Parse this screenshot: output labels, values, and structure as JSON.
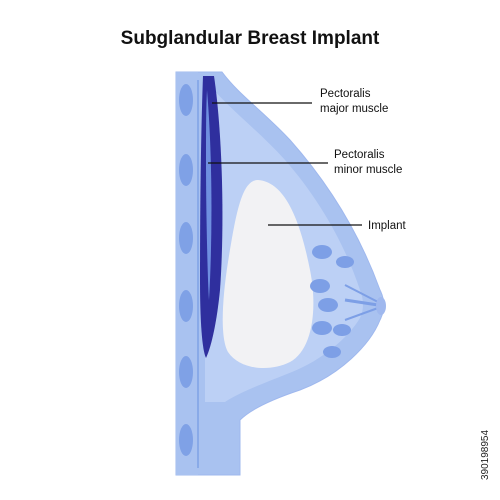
{
  "title": "Subglandular Breast Implant",
  "labels": {
    "pectoralis_major_line1": "Pectoralis",
    "pectoralis_major_line2": "major muscle",
    "pectoralis_minor_line1": "Pectoralis",
    "pectoralis_minor_line2": "minor muscle",
    "implant": "Implant"
  },
  "stock_id": "390198954",
  "colors": {
    "chest_wall": "#a9c2f0",
    "breast_tissue": "#bcd0f5",
    "breast_outline": "#9fb8ee",
    "rib": "#7fa1e6",
    "muscle_major": "#2f2f9e",
    "muscle_minor": "#3d3db0",
    "implant": "#f2f2f4",
    "gland_lobe": "#7d9fe6",
    "leader_line": "#111111"
  }
}
